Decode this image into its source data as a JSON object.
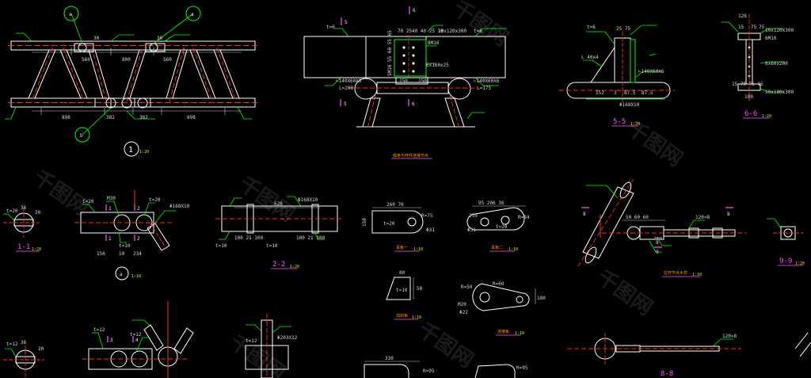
{
  "colors": {
    "background": "#000000",
    "green": "#00ff00",
    "red": "#ff2a2a",
    "white": "#ffffff",
    "yellow": "#ffff00",
    "magenta": "#ff55ff",
    "cyan": "#00e5ff",
    "dim": "#d8d8d8"
  },
  "truss": {
    "markers": {
      "a_left": "a",
      "a_right": "a",
      "b": "b",
      "node1": "1"
    },
    "dims_top": [
      "30",
      "30",
      "560",
      "800",
      "560"
    ],
    "dims_bottom": [
      "898",
      "382",
      "382",
      "898"
    ],
    "scale": "1:20"
  },
  "section_5_6": {
    "cut5_top": "5",
    "cut6_top": "6",
    "cut5_bottom": "5",
    "cut6_bottom": "6",
    "t6": "t=6",
    "t6b": "t=6",
    "plate_top": "70 2540 40 25 70",
    "plate": "10x120x300",
    "plate2": "8M16",
    "plate3": "6x160x25",
    "angle_left": "∟140X60X6",
    "angle_left_len": "L=200",
    "angle_right": "∟140X60X6",
    "angle_right_len": "L=175",
    "dims": [
      "150",
      "150"
    ],
    "vertical_dims": "5M16 55 60 55 65",
    "caption": "檩条与杆件连接节点"
  },
  "section_55": {
    "title": "5-5",
    "scale": "1:20",
    "angle": "∟140X60X6",
    "pipe": "Φ168X10",
    "dims": [
      "152",
      "3",
      "87.5",
      "87.5"
    ],
    "t6": "t=6",
    "top_dims": "25 75",
    "small": "L 40x4"
  },
  "section_66": {
    "title": "6-6",
    "scale": "1:20",
    "plate1": "10x120x300",
    "plate2": "6M16",
    "plate3": "6x60x200",
    "plate4": "10x180x300",
    "dims": [
      "126",
      "15",
      "75",
      "75"
    ],
    "bottom_dims": "15 75 75 15",
    "sub": "100"
  },
  "section_11": {
    "title": "1-1",
    "scale": "1:20",
    "t": "t=20",
    "d1": "36",
    "d2": "20"
  },
  "node_a": {
    "title": "a",
    "scale": "1:10",
    "pin": "M30",
    "t20a": "t=20",
    "t20b": "t=20",
    "t10": "t=10",
    "pipe": "Φ168X10",
    "dims": [
      "156",
      "10",
      "234"
    ],
    "cut1": "1",
    "cut2": "2",
    "cut1b": "1",
    "cut2b": "2"
  },
  "section_22": {
    "title": "2-2",
    "scale": "1:20",
    "pipe": "Φ168X10",
    "len": "620",
    "t10a": "t=10",
    "t10b": "t=10",
    "dims_left": "100 21 100",
    "dims_right": "100 21 100"
  },
  "plate_a": {
    "dims_top": "260 70",
    "r": "R=75",
    "t": "t=20",
    "hole": "Φ31",
    "side": "150",
    "caption": "耳板一",
    "scale": "1:10"
  },
  "plate_b": {
    "dims_top": "95 206 36",
    "r": "R=84",
    "t": "t=20",
    "hole": "Φ31",
    "side": "250",
    "caption": "耳板二",
    "scale": "1:10"
  },
  "plate_c": {
    "dims": [
      "80",
      "50"
    ],
    "t": "t=10",
    "caption": "加劲板",
    "scale": "1:10"
  },
  "plate_d": {
    "r1": "R=50",
    "r2": "R=60",
    "pin": "M20",
    "hole": "Φ22",
    "dim": "180",
    "caption": "连接板",
    "scale": "1:10"
  },
  "brace": {
    "cut8a": "8",
    "cut8b": "8",
    "cut9": "9",
    "cut9b": "9",
    "dims_top": "50 60 60",
    "rod": "120×8",
    "caption": "拉杆节点大样",
    "scale": "1:10"
  },
  "section_99": {
    "title": "9-9",
    "scale": "1:20"
  },
  "bottom": {
    "t12a": "t=12",
    "t12b": "t=12",
    "t12c": "t=12",
    "cut3": "3",
    "cut4": "4",
    "v_t12": "t=12",
    "v_pipe": "Φ203X12",
    "dims_330": "330",
    "r95": "R=95",
    "r95b": "R=95",
    "d1": "36",
    "d2": "20",
    "rod": "120×8",
    "sec88": "8-8"
  },
  "watermarks": [
    "千图网",
    "千图网",
    "千图网",
    "千图网",
    "千图网",
    "千图网",
    "千图网"
  ]
}
